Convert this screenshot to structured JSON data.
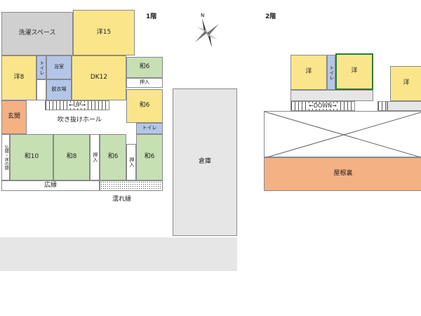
{
  "floor1": {
    "title": "1階",
    "rooms": {
      "laundry": "洗濯スペース",
      "yo15": "洋15",
      "yo8": "洋8",
      "toilet_a": "トイレ",
      "bath": "浴室",
      "dressing": "脱衣場",
      "dk12": "DK12",
      "wa6_top": "和6",
      "oshiire_top": "押入",
      "wa6_mid": "和6",
      "toilet_b": "トイレ",
      "entrance": "玄関",
      "butsuma": "仏間・床の間",
      "wa10": "和10",
      "wa8": "和8",
      "oshiire_1": "押入",
      "wa6_b1": "和6",
      "oshiire_2": "押入",
      "wa6_b2": "和6",
      "engawa": "広縁",
      "nureen": "濡れ縁",
      "warehouse": "倉庫"
    },
    "stairs_label": "←UP→",
    "hall": "吹き抜けホール"
  },
  "floor2": {
    "title": "2階",
    "rooms": {
      "yo_a": "洋",
      "toilet": "トイレ",
      "yo_b": "洋",
      "yo_c": "洋",
      "roof": "屋根裏"
    },
    "stairs_label": "←DOWN→"
  },
  "compass": {
    "north": "N"
  },
  "colors": {
    "western": "#fbe58b",
    "japanese": "#c6e0b4",
    "water": "#b4c6e7",
    "entrance": "#f4b183",
    "utility": "#d0d0d0"
  }
}
